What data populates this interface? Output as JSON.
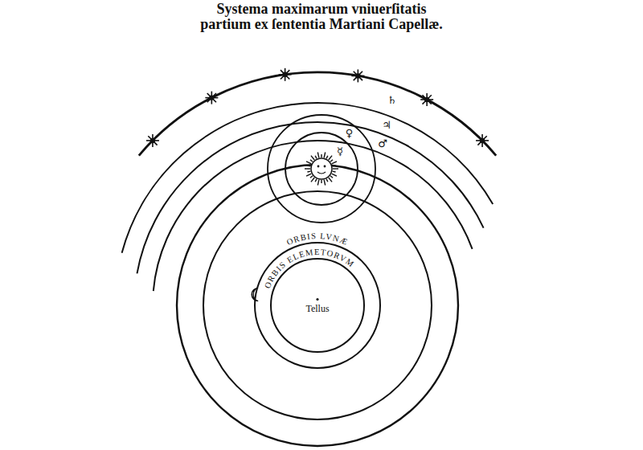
{
  "diagram": {
    "title": "Systema maximarum vniuerſitatis partium ex ſententia Martiani Capellæ.",
    "nodes": [
      {
        "text": [
          "ORBIS LVNÆ"
        ]
      },
      {
        "text": [
          "ORBIS ELEMETORVM",
          "Tellus"
        ],
        "in": 0
      }
    ],
    "labels": [
      "♄",
      "♃",
      "♂",
      "♀",
      "☿"
    ]
  }
}
